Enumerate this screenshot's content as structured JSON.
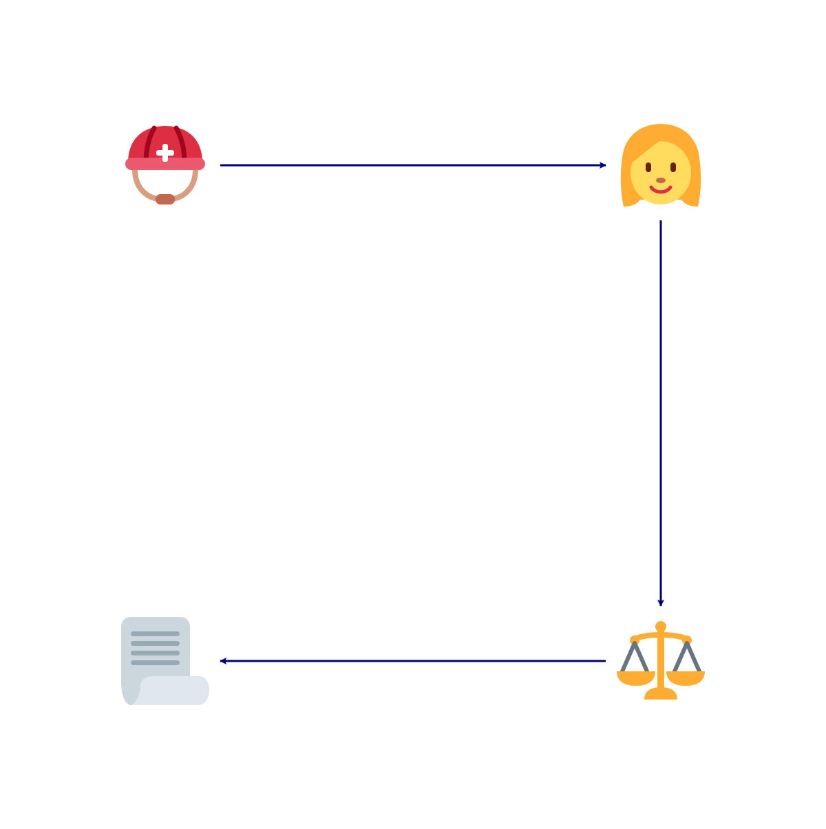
{
  "diagram": {
    "nodes": [
      {
        "id": "helmet",
        "icon": "rescue-worker-helmet-icon"
      },
      {
        "id": "woman",
        "icon": "woman-icon"
      },
      {
        "id": "scales",
        "icon": "balance-scale-icon"
      },
      {
        "id": "scroll",
        "icon": "scroll-icon"
      }
    ],
    "edges": [
      {
        "from": "helmet",
        "to": "woman"
      },
      {
        "from": "woman",
        "to": "scales"
      },
      {
        "from": "scales",
        "to": "scroll"
      }
    ],
    "colors": {
      "arrow": "#00007f",
      "helmet_red": "#dd2e44",
      "helmet_rim": "#ea596e",
      "helmet_stripe": "#a0041e",
      "strap": "#d99e82",
      "buckle": "#c1694f",
      "hair": "#ffac33",
      "skin": "#ffdc5d",
      "mouth": "#da2f47",
      "eye": "#662113",
      "nose": "#c1694f",
      "scale_gold": "#ffac33",
      "scale_chain": "#66757f",
      "paper": "#ccd6dd",
      "paper_light": "#e1e8ed",
      "paper_lines": "#99aab5"
    }
  }
}
